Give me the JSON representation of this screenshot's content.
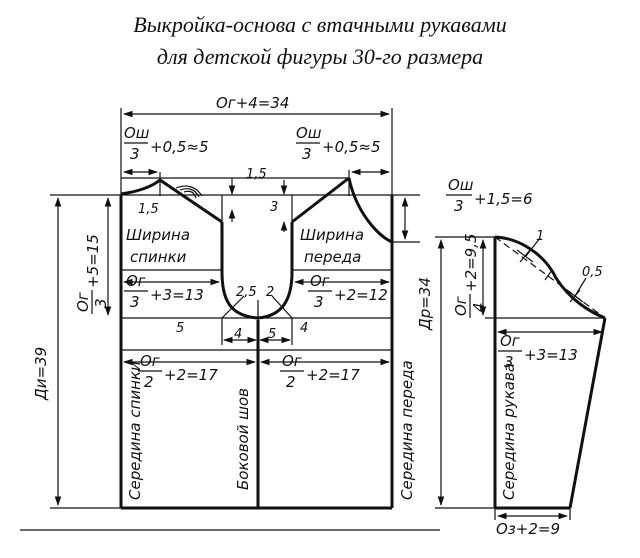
{
  "title": {
    "line1": "Выкройка-основа с втачными рукавами",
    "line2": "для детской фигуры 30-го размера"
  },
  "labels": {
    "og": "Ог",
    "osh": "Ош",
    "oz": "Оз",
    "three": "3",
    "two": "2",
    "four": "4",
    "top_width": "Ог+4=34",
    "back_neck_tail": "+0,5≈5",
    "front_neck_tail": "+0,5≈5",
    "shoulder_drop_tail": "+1,5=6",
    "armhole_depth_tail": "+5=15",
    "back_width_tail": "+3=13",
    "front_width_tail": "+2=12",
    "back_hip_tail": "+2=17",
    "front_hip_tail": "+2=17",
    "sleeve_cap_tail": "+2=9,5",
    "sleeve_width_tail": "+3=13",
    "sleeve_bottom": "Оз+2=9",
    "di": "Ди=39",
    "dr": "Др=34",
    "val_1_5a": "1,5",
    "val_1_5b": "1,5",
    "val_3": "3",
    "val_2_5": "2,5",
    "val_2": "2",
    "val_5a": "5",
    "val_4a": "4",
    "val_4b": "4",
    "val_5b": "5",
    "val_1": "1",
    "val_0_5": "0,5",
    "back_width_1": "Ширина",
    "back_width_2": "спинки",
    "front_width_1": "Ширина",
    "front_width_2": "переда",
    "center_back": "Середина спинки",
    "side_seam": "Боковой шов",
    "center_front": "Середина переда",
    "center_sleeve": "Середина рукава"
  }
}
